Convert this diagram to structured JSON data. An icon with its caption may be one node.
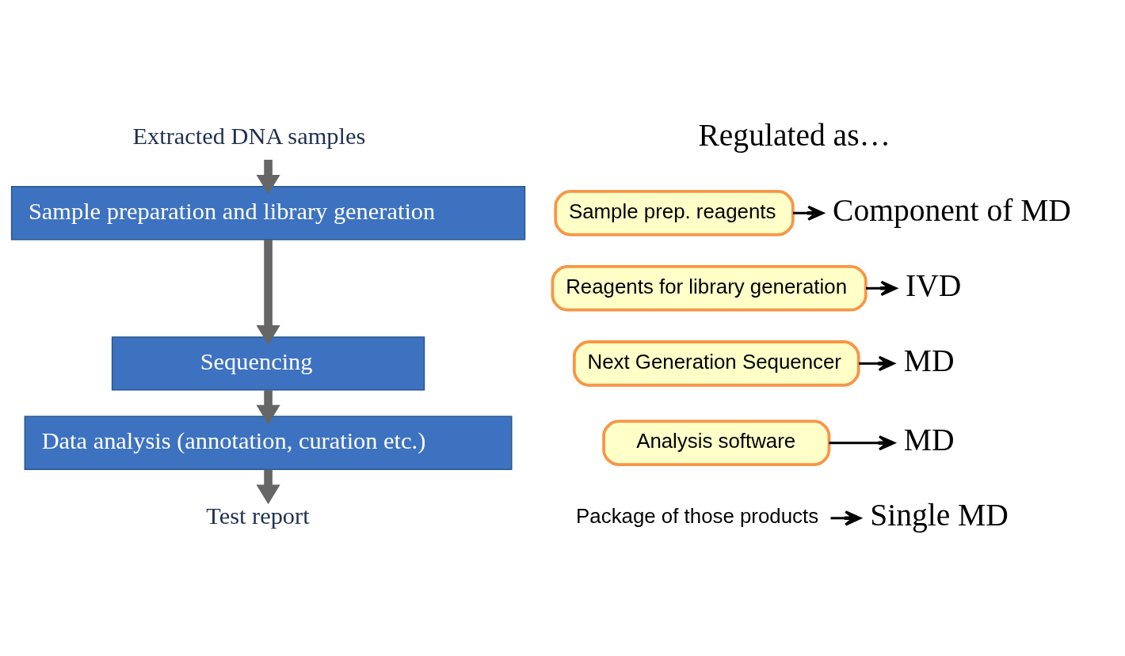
{
  "diagram": {
    "nodes": [
      {
        "text": [
          "Extracted DNA samples"
        ]
      },
      {
        "text": [
          "Sample preparation and library generation"
        ]
      },
      {
        "text": [
          "Sequencing"
        ]
      },
      {
        "text": [
          "Data analysis (annotation, curation etc.)"
        ]
      },
      {
        "text": [
          "Test report"
        ]
      },
      {
        "text": [
          "Sample prep. reagents"
        ]
      },
      {
        "text": [
          "Reagents for library generation"
        ]
      },
      {
        "text": [
          "Next Generation Sequencer"
        ]
      },
      {
        "text": [
          "Analysis software"
        ]
      },
      {
        "text": [
          "Package of those products"
        ]
      },
      {
        "text": [
          "Component of MD"
        ]
      },
      {
        "text": [
          "IVD"
        ]
      },
      {
        "text": [
          "MD"
        ]
      },
      {
        "text": [
          "MD"
        ]
      },
      {
        "text": [
          "Single MD"
        ]
      }
    ],
    "edges": [
      {
        "from": 0,
        "to": 1,
        "arrow": "to",
        "style": "thick",
        "color": "#666666"
      },
      {
        "from": 1,
        "to": 2,
        "arrow": "to",
        "style": "thick",
        "color": "#666666"
      },
      {
        "from": 2,
        "to": 3,
        "arrow": "to",
        "style": "thick",
        "color": "#666666"
      },
      {
        "from": 3,
        "to": 4,
        "arrow": "to",
        "style": "thick",
        "color": "#666666"
      },
      {
        "from": 5,
        "to": 10,
        "arrow": "to"
      },
      {
        "from": 6,
        "to": 11,
        "arrow": "to"
      },
      {
        "from": 7,
        "to": 12,
        "arrow": "to"
      },
      {
        "from": 8,
        "to": 13,
        "arrow": "to"
      },
      {
        "from": 9,
        "to": 14,
        "arrow": "to"
      }
    ],
    "labels": [
      "Regulated as…"
    ]
  }
}
